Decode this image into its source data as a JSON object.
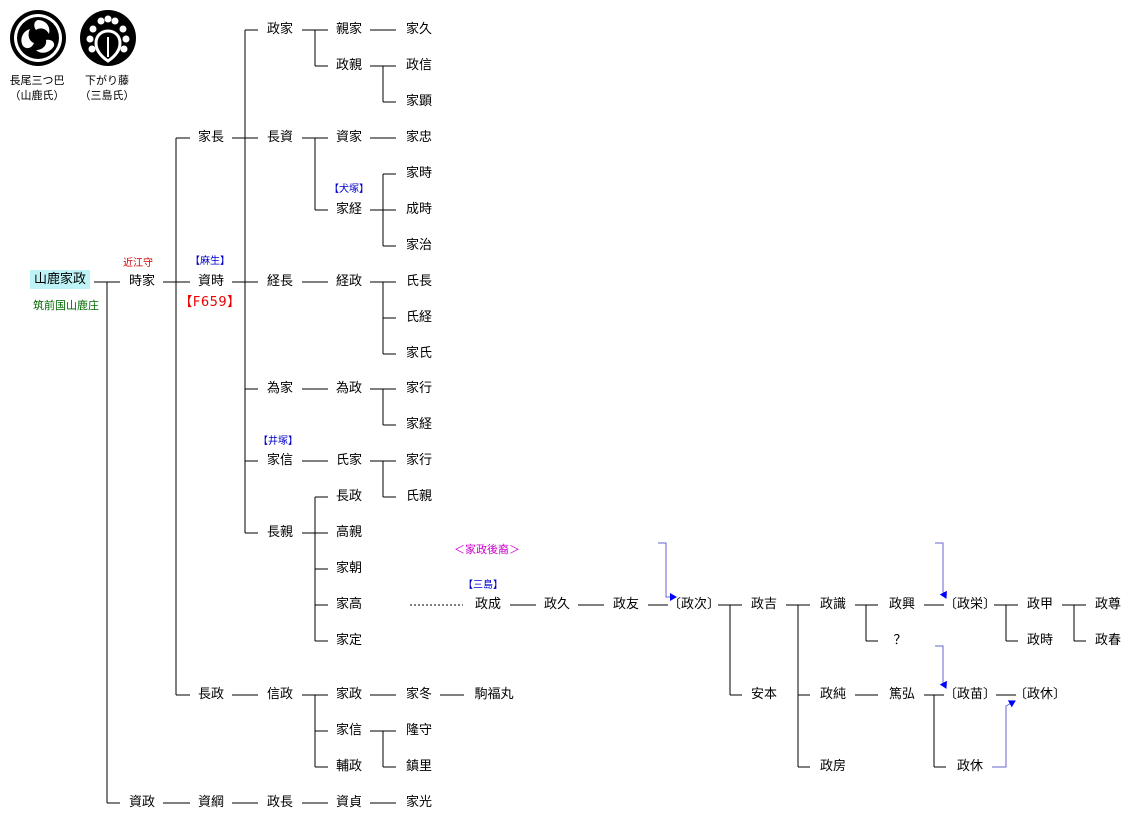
{
  "crests": [
    {
      "name": "長尾三つ巴",
      "clan": "（山鹿氏）"
    },
    {
      "name": "下がり藤",
      "clan": "（三島氏）"
    }
  ],
  "people": {
    "yamaga_iemasa": "山鹿家政",
    "tokiie": "時家",
    "sukemasa0": "資政",
    "iesaga": "家長",
    "sukeoki": "資時",
    "nagamasa": "長政",
    "masaie": "政家",
    "chikaie": "親家",
    "iehisa": "家久",
    "masachika": "政親",
    "masanobu": "政信",
    "ieaki": "家顕",
    "nagasuke": "長資",
    "sukeie": "資家",
    "ietada": "家忠",
    "ietsune": "家経",
    "ietoki": "家時",
    "naritoki": "成時",
    "ieharu": "家治",
    "tsunenaga": "経長",
    "tsunemasa": "経政",
    "ujinaga": "氏長",
    "ujitsune": "氏経",
    "ieuji": "家氏",
    "tameie": "為家",
    "tamemasa": "為政",
    "ieyuki1": "家行",
    "ietsune2": "家経",
    "ienobu": "家信",
    "ujiie": "氏家",
    "ieyuki2": "家行",
    "ujichika": "氏親",
    "nagachika": "長親",
    "nagamasa2": "長政",
    "takachika": "高親",
    "ietomo": "家朝",
    "ietaka": "家高",
    "iesada": "家定",
    "masanari": "政成",
    "masahisa": "政久",
    "masatomo": "政友",
    "masatsugu": "〔政次〕",
    "masayoshi": "政吉",
    "yasumoto": "安本",
    "masaori": "政識",
    "masaoki": "政興",
    "unknown": "？",
    "masahide": "〔政栄〕",
    "masakatsu": "政甲",
    "masataka": "政尊",
    "masatoki2": "政時",
    "masaharu": "政春",
    "masazumi": "政純",
    "atsuhiro": "篤弘",
    "masanae": "〔政苗〕",
    "masayasumi": "〔政休〕",
    "masafusa": "政房",
    "masayasu": "政休",
    "nobumasa": "信政",
    "iemasa2": "家政",
    "iefuyu": "家冬",
    "komafukumaru": "駒福丸",
    "ienobu2": "家信",
    "takamori": "隆守",
    "shigesato": "鎮里",
    "sukemasa2": "輔政",
    "sukemasa": "資政",
    "suketsuna": "資綱",
    "masanaga": "政長",
    "sukesada": "資貞",
    "iemitsu": "家光"
  },
  "annotations": {
    "omi": "近江守",
    "chikuzen": "筑前国山鹿庄",
    "aso": "【麻生】",
    "f659": "【F659】",
    "inuzuka": "【犬塚】",
    "izuka": "【井塚】",
    "iemasa_descendants": "＜家政後裔＞",
    "mishima": "【三島】"
  },
  "colors": {
    "line": "#000000",
    "arrow": "#6666cc",
    "arrowhead": "#0000ff",
    "highlight": "#bff3f8"
  }
}
